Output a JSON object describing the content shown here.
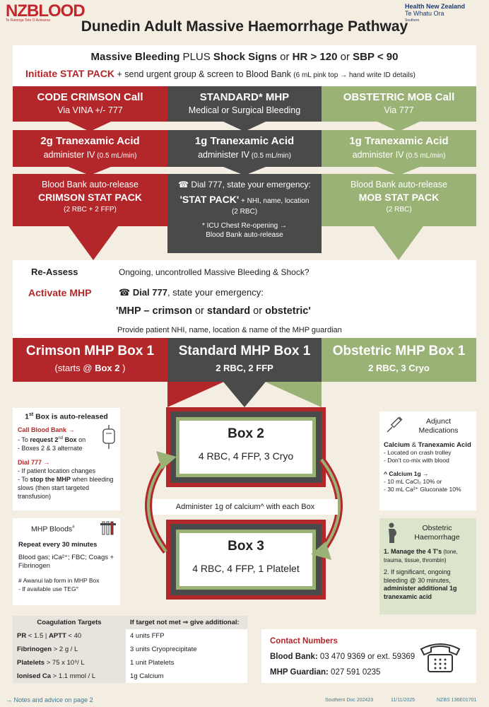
{
  "header": {
    "logo_text": "NZBLOOD",
    "logo_sub": "Te Ratonga Toto O Aotearoa",
    "hnz_line1": "Health New Zealand",
    "hnz_line2": "Te Whatu Ora",
    "hnz_line3": "Southern",
    "title": "Dunedin Adult Massive Haemorrhage Pathway"
  },
  "criteria": {
    "line1_a": "Massive Bleeding",
    "line1_b": " PLUS ",
    "line1_c": "Shock Signs",
    "line1_d": " or ",
    "line1_e": "HR > 120",
    "line1_f": " or ",
    "line1_g": "SBP < 90",
    "line2_a": "Initiate STAT PACK",
    "line2_b": " + send urgent group & screen to Blood Bank ",
    "line2_c": "(6 mL pink top → hand write ID details)"
  },
  "columns": {
    "crimson": {
      "call_title": "CODE CRIMSON Call",
      "call_sub": "Via VINA  +/- 777",
      "txa_title": "2g Tranexamic Acid",
      "txa_sub": "administer IV",
      "txa_rate": " (0.5 mL/min)",
      "pack_line1": "Blood Bank auto-release",
      "pack_line2": "CRIMSON STAT PACK",
      "pack_line3": "(2 RBC + 2 FFP)"
    },
    "standard": {
      "call_title": "STANDARD* MHP",
      "call_sub": "Medical or Surgical Bleeding",
      "txa_title": "1g Tranexamic Acid",
      "txa_sub": "administer IV",
      "txa_rate": " (0.5 mL/min)",
      "pack_line1": "Dial 777, state your emergency:",
      "pack_line2": "'STAT PACK'",
      "pack_line2b": " + NHI, name, location",
      "pack_line3": "(2 RBC)",
      "pack_note1": "* ICU Chest Re-opening →",
      "pack_note2": "Blood Bank auto-release"
    },
    "obstetric": {
      "call_title": "OBSTETRIC MOB Call",
      "call_sub": "Via 777",
      "txa_title": "1g Tranexamic Acid",
      "txa_sub": "administer IV",
      "txa_rate": " (0.5 mL/min)",
      "pack_line1": "Blood Bank auto-release",
      "pack_line2": "MOB STAT PACK",
      "pack_line3": "(2 RBC)"
    }
  },
  "reassess": {
    "label1": "Re-Assess",
    "text1": "Ongoing, uncontrolled Massive Bleeding & Shock?",
    "label2": "Activate MHP",
    "text2a": "Dial 777",
    "text2b": ", state your emergency:",
    "text3a": "'MHP – crimson",
    "text3b": " or ",
    "text3c": "standard",
    "text3d": " or ",
    "text3e": "obstetric'",
    "text4": "Provide patient NHI, name, location & name of the MHP guardian"
  },
  "box1": {
    "crimson_title": "Crimson MHP Box 1",
    "crimson_sub_a": "(starts @ ",
    "crimson_sub_b": "Box 2",
    "crimson_sub_c": " )",
    "standard_title": "Standard MHP Box 1",
    "standard_sub": "2 RBC, 2 FFP",
    "obstetric_title": "Obstetric MHP Box 1",
    "obstetric_sub": "2 RBC, 3 Cryo"
  },
  "left_panel": {
    "title_a": "1",
    "title_sup": "st",
    "title_b": " Box is auto-released",
    "call_bb": "Call Blood Bank →",
    "item1a": "- To ",
    "item1b": "request 2",
    "item1sup": "nd",
    "item1c": " Box",
    "item1d": " on",
    "item2": "- Boxes 2 & 3 alternate",
    "dial": "Dial 777 →",
    "item3": "- If patient location changes",
    "item4a": "- To ",
    "item4b": "stop the MHP",
    "item4c": " when bleeding slows (then start targeted transfusion)"
  },
  "bloods": {
    "title": "MHP Bloods",
    "title_sup": "#",
    "repeat": "Repeat every 30 minutes",
    "list": "Blood gas; iCa²⁺; FBC; Coags + Fibrinogen",
    "note1": "# Awanui lab form in MHP Box",
    "note2": "- If available use TEG°"
  },
  "boxes": {
    "box2_title": "Box 2",
    "box2_content": "4 RBC, 4 FFP, 3 Cryo",
    "calcium": "Administer 1g of calcium^ with each Box",
    "box3_title": "Box 3",
    "box3_content": "4 RBC, 4 FFP, 1 Platelet"
  },
  "adjunct": {
    "title1": "Adjunct",
    "title2": "Medications",
    "ca_title_a": "Calcium",
    "ca_title_b": " & ",
    "ca_title_c": "Tranexamic Acid",
    "ca1": "- Located on crash trolley",
    "ca2": "- Don't co-mix with blood",
    "calcium_head": "^ Calcium 1g →",
    "calcium1": "- 10 mL CaCl₂ 10% or",
    "calcium2": "- 30 mL Ca²⁺ Gluconate 10%"
  },
  "obstetric_panel": {
    "title1": "Obstetric",
    "title2": "Haemorrhage",
    "p1a": "1. Manage the 4 T's",
    "p1b": " (tone, trauma, tissue, thrombin)",
    "p2a": "2. If significant, ongoing bleeding @ 30 minutes, ",
    "p2b": "administer additional 1g tranexamic acid"
  },
  "coag": {
    "h1": "Coagulation Targets",
    "h2": "If target not met ⇒ give additional:",
    "rows": [
      {
        "a_b": "PR",
        "a_r": " < 1.5 | ",
        "a_b2": "APTT",
        "a_r2": " < 40",
        "b": "4 units FFP"
      },
      {
        "a_b": "Fibrinogen",
        "a_r": " > 2 g / L",
        "a_b2": "",
        "a_r2": "",
        "b": "3 units Cryoprecipitate"
      },
      {
        "a_b": "Platelets",
        "a_r": " > 75 x 10⁹/ L",
        "a_b2": "",
        "a_r2": "",
        "b": "1 unit Platelets"
      },
      {
        "a_b": "Ionised Ca",
        "a_r": " > 1.1 mmol / L",
        "a_b2": "",
        "a_r2": "",
        "b": "1g Calcium"
      }
    ]
  },
  "contact": {
    "title": "Contact Numbers",
    "bb_label": "Blood Bank:",
    "bb_value": " 03 470 9369 or ext. 59369",
    "mhp_label": "MHP Guardian:",
    "mhp_value": "  027 591 0235"
  },
  "footer": {
    "notes": "→ Notes and advice on page 2",
    "doc": "Southern Doc  202423",
    "date": "11/11/2025",
    "nzbs": "NZBS 136E01701"
  },
  "colors": {
    "crimson": "#b3272b",
    "dark": "#4a4a4a",
    "green": "#9bb277"
  }
}
